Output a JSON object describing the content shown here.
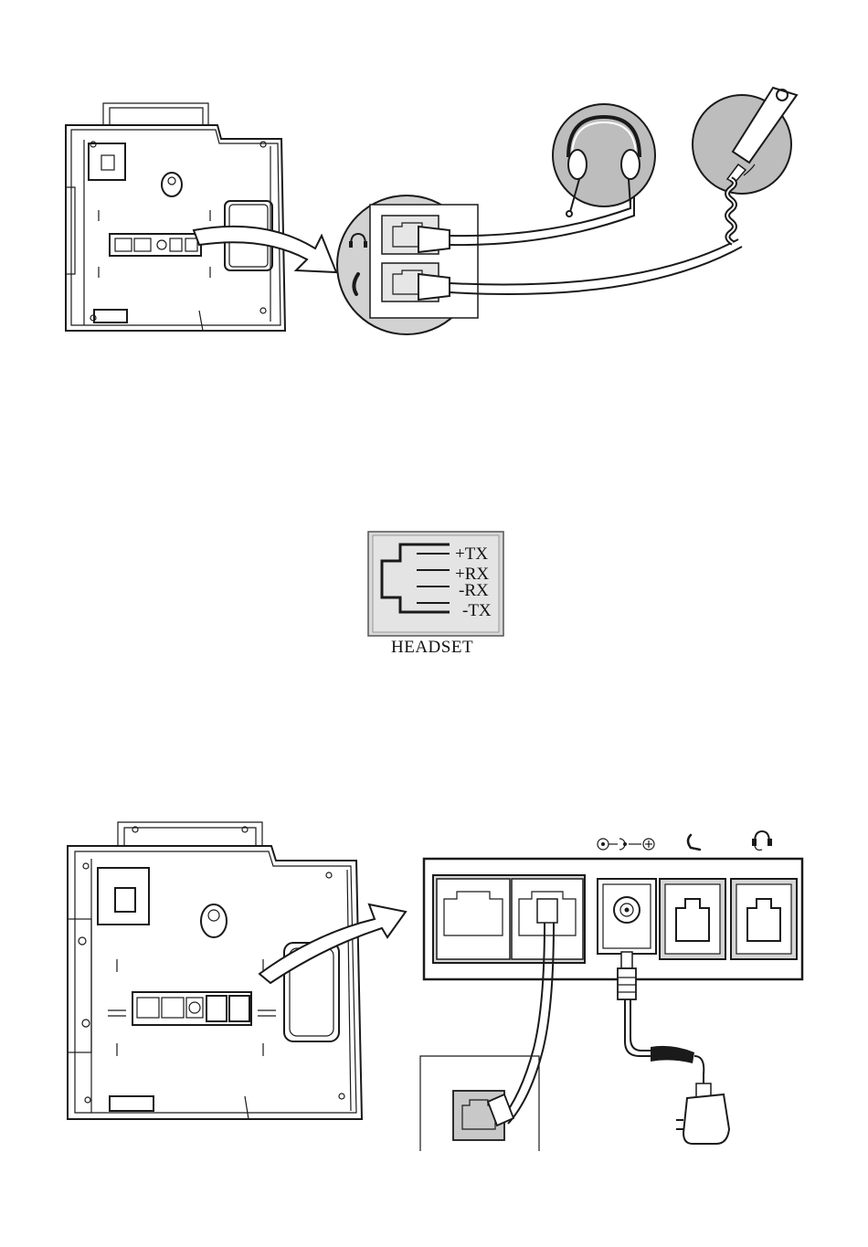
{
  "headset_pinout": {
    "pins": [
      "+TX",
      "+RX",
      "-RX",
      "-TX"
    ],
    "label": "HEADSET"
  },
  "icons": {
    "headset": "headset-icon",
    "handset": "handset-icon",
    "power": "power-polarity-icon"
  },
  "colors": {
    "line": "#1a1a1a",
    "panel_gray": "#d8d8d8",
    "circle_gray": "#bdbdbd"
  }
}
